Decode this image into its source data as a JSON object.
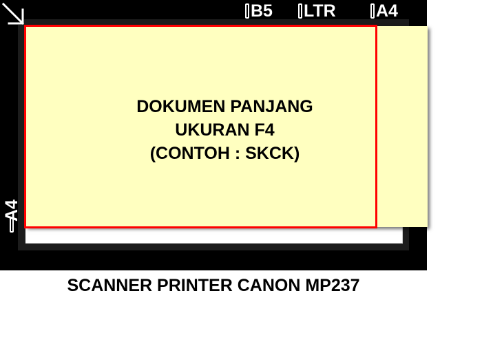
{
  "scanner": {
    "top_labels": [
      "B5",
      "LTR",
      "A4"
    ],
    "side_label": "A4"
  },
  "document": {
    "lines": [
      "DOKUMEN PANJANG",
      "UKURAN F4",
      "(CONTOH : SKCK)"
    ]
  },
  "caption": "SCANNER PRINTER CANON MP237",
  "colors": {
    "scanner_body": "#000000",
    "document_fill": "#ffffc0",
    "a4_outline": "#ff0000"
  },
  "icons": {
    "corner": "diagonal-arrow-icon"
  }
}
